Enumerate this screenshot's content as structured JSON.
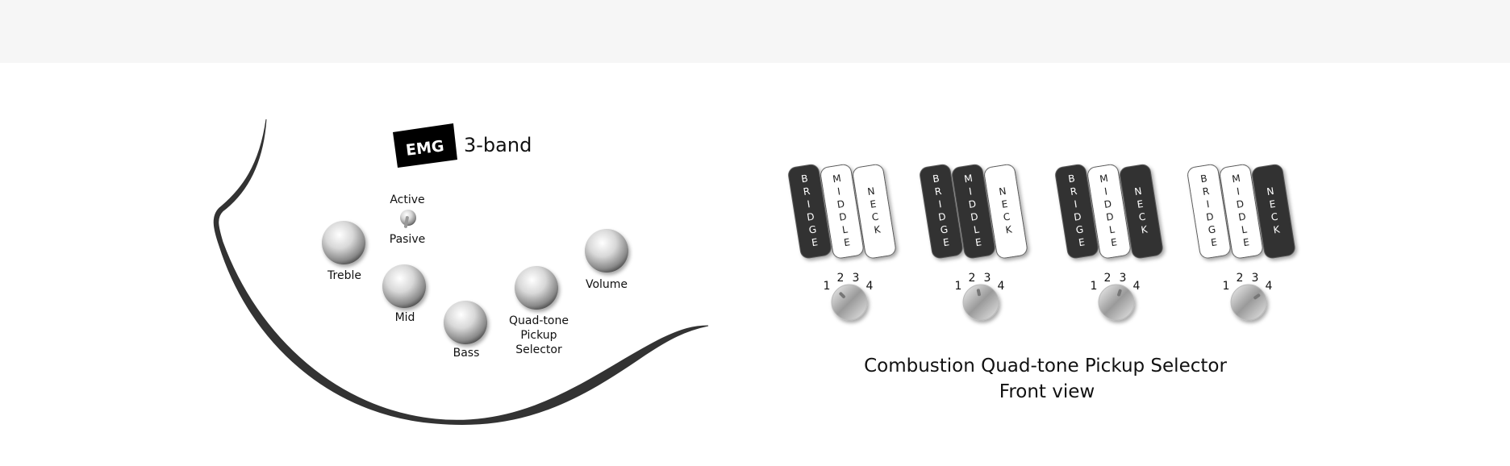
{
  "left_panel": {
    "logo_text": "EMG",
    "logo_suffix": "3-band",
    "toggle": {
      "top_label": "Active",
      "bottom_label": "Pasive"
    },
    "knobs": [
      {
        "label": "Treble"
      },
      {
        "label": "Mid"
      },
      {
        "label": "Bass"
      },
      {
        "label_lines": [
          "Quad-tone",
          "Pickup",
          "Selector"
        ]
      },
      {
        "label": "Volume"
      }
    ]
  },
  "right_panel": {
    "pickup_names": [
      "BRIDGE",
      "MIDDLE",
      "NECK"
    ],
    "position_numbers": [
      "1",
      "2",
      "3",
      "4"
    ],
    "positions": [
      {
        "position": 1,
        "active": [
          true,
          false,
          false
        ]
      },
      {
        "position": 2,
        "active": [
          true,
          true,
          false
        ]
      },
      {
        "position": 3,
        "active": [
          true,
          false,
          true
        ]
      },
      {
        "position": 4,
        "active": [
          false,
          false,
          true
        ]
      }
    ],
    "caption_line1": "Combustion  Quad-tone Pickup Selector",
    "caption_line2": "Front view"
  },
  "colors": {
    "active": "#333333",
    "inactive": "#ffffff",
    "top_band": "#f6f6f6"
  }
}
